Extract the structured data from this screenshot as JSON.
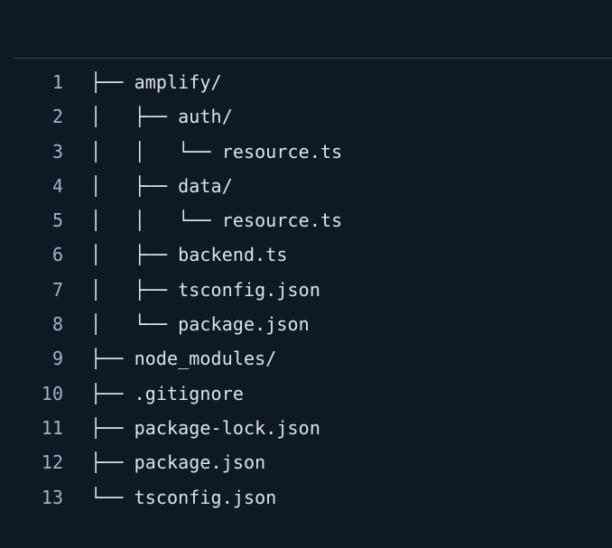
{
  "theme": {
    "background": "#0f1923",
    "text_color": "#dce3ec",
    "line_number_color": "#9fb3c8",
    "divider_color": "#3a4a5c"
  },
  "header": {
    "title": ""
  },
  "code_block": {
    "language": "text",
    "first_line_number": 1,
    "total_lines": 13,
    "lines": [
      {
        "number": "1",
        "text": "├── amplify/"
      },
      {
        "number": "2",
        "text": "│   ├── auth/"
      },
      {
        "number": "3",
        "text": "│   │   └── resource.ts"
      },
      {
        "number": "4",
        "text": "│   ├── data/"
      },
      {
        "number": "5",
        "text": "│   │   └── resource.ts"
      },
      {
        "number": "6",
        "text": "│   ├── backend.ts"
      },
      {
        "number": "7",
        "text": "│   ├── tsconfig.json"
      },
      {
        "number": "8",
        "text": "│   └── package.json"
      },
      {
        "number": "9",
        "text": "├── node_modules/"
      },
      {
        "number": "10",
        "text": "├── .gitignore"
      },
      {
        "number": "11",
        "text": "├── package-lock.json"
      },
      {
        "number": "12",
        "text": "├── package.json"
      },
      {
        "number": "13",
        "text": "└── tsconfig.json"
      }
    ],
    "tree_entries": [
      {
        "name": "amplify/",
        "type": "directory",
        "depth": 0
      },
      {
        "name": "auth/",
        "type": "directory",
        "depth": 1
      },
      {
        "name": "resource.ts",
        "type": "file",
        "depth": 2
      },
      {
        "name": "data/",
        "type": "directory",
        "depth": 1
      },
      {
        "name": "resource.ts",
        "type": "file",
        "depth": 2
      },
      {
        "name": "backend.ts",
        "type": "file",
        "depth": 1
      },
      {
        "name": "tsconfig.json",
        "type": "file",
        "depth": 1
      },
      {
        "name": "package.json",
        "type": "file",
        "depth": 1
      },
      {
        "name": "node_modules/",
        "type": "directory",
        "depth": 0
      },
      {
        "name": ".gitignore",
        "type": "file",
        "depth": 0
      },
      {
        "name": "package-lock.json",
        "type": "file",
        "depth": 0
      },
      {
        "name": "package.json",
        "type": "file",
        "depth": 0
      },
      {
        "name": "tsconfig.json",
        "type": "file",
        "depth": 0
      }
    ]
  }
}
